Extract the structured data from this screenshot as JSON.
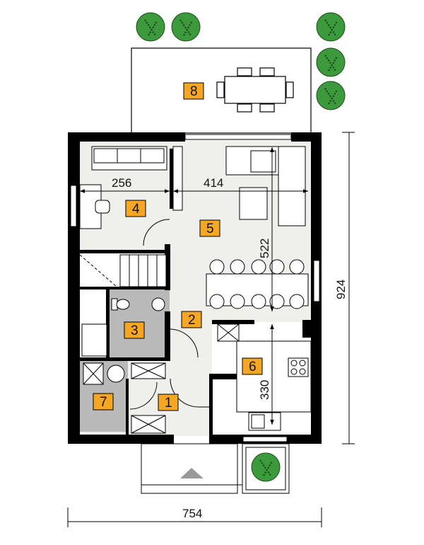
{
  "rooms": [
    {
      "number": "1"
    },
    {
      "number": "2"
    },
    {
      "number": "3"
    },
    {
      "number": "4"
    },
    {
      "number": "5"
    },
    {
      "number": "6"
    },
    {
      "number": "7"
    },
    {
      "number": "8"
    }
  ],
  "dimensions": {
    "total_width": "754",
    "total_depth": "924",
    "room4_width": "256",
    "room5_width": "414",
    "room5_depth": "522",
    "kitchen_depth": "330"
  },
  "colors": {
    "label_fill": "#f5a623",
    "wall": "#000000",
    "floor_light": "#efefeb",
    "floor_gray": "#b9b9b9",
    "tree": "#3c9a3c"
  }
}
